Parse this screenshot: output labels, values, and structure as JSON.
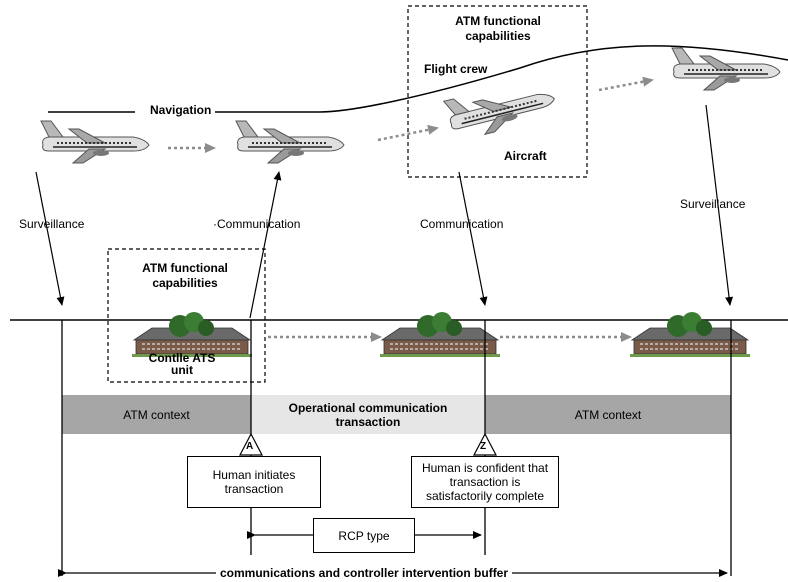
{
  "labels": {
    "navigation": "Navigation",
    "flight_crew": "Flight crew",
    "aircraft": "Aircraft",
    "atm_capabilities_top": "ATM functional capabilities",
    "atm_capabilities_bottom": "ATM functional capabilities",
    "surveillance_left": "Surveillance",
    "surveillance_right": "Surveillance",
    "communication_left": "·Communication",
    "communication_right": "Communication",
    "ats_unit": "Contlle ATS unit"
  },
  "timeline": {
    "atm_context_left": "ATM context",
    "operational_transaction": "Operational communication transaction",
    "atm_context_right": "ATM context",
    "marker_a": "A",
    "marker_z": "Z",
    "human_initiates": "Human initiates transaction",
    "human_confident": "Human is confident that transaction is satisfactorily complete",
    "rcp_type": "RCP type",
    "buffer": "communications and controller intervention buffer"
  },
  "colors": {
    "context_bar": "#a6a6a6",
    "transaction_bar": "#e6e6e6",
    "dotted_arrow": "#8c8c8c"
  }
}
